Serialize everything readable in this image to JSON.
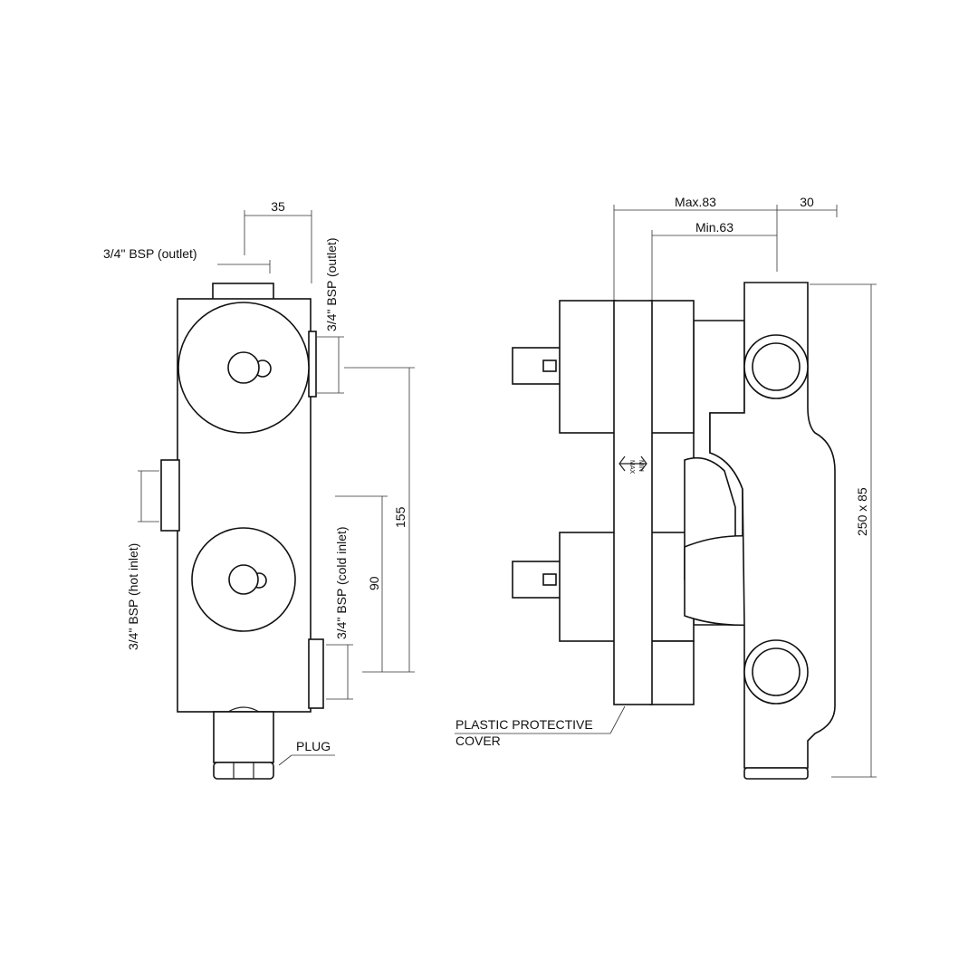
{
  "front_view": {
    "dim_35": "35",
    "outlet_top_label": "3/4\" BSP (outlet)",
    "outlet_side_label": "3/4\" BSP (outlet)",
    "hot_inlet_label": "3/4\" BSP (hot inlet)",
    "cold_inlet_label": "3/4\" BSP (cold inlet)",
    "dim_155": "155",
    "dim_90": "90",
    "plug_label": "PLUG"
  },
  "side_view": {
    "max_label": "Max.83",
    "min_label": "Min.63",
    "dim_30": "30",
    "size_label": "250 x 85",
    "cover_label_line1": "PLASTIC PROTECTIVE",
    "cover_label_line2": "COVER",
    "cover_marker_text": [
      "MAX",
      "MIN"
    ]
  }
}
